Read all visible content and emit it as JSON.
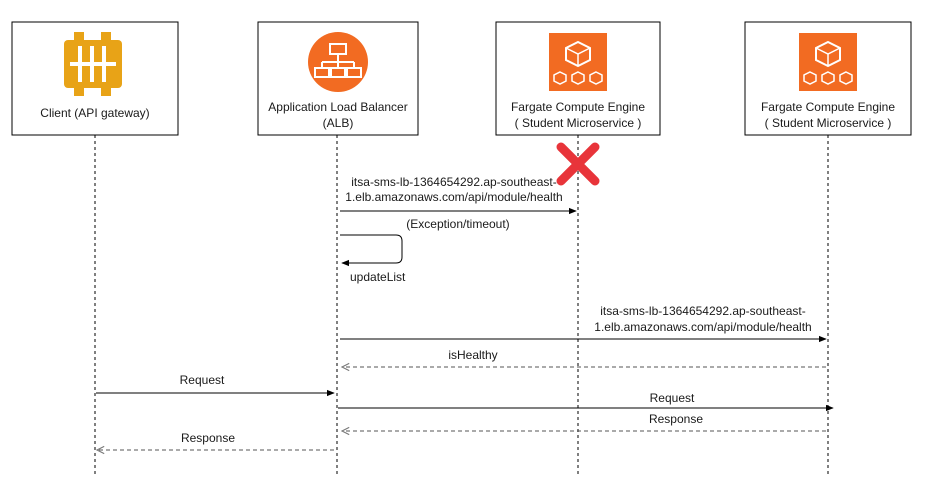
{
  "participants": [
    {
      "id": "client",
      "line1": "Client (API gateway)",
      "line2": "",
      "icon": "api-gateway-icon",
      "color": "#e8a317"
    },
    {
      "id": "alb",
      "line1": "Application Load Balancer",
      "line2": "(ALB)",
      "icon": "load-balancer-icon",
      "color": "#f26b22"
    },
    {
      "id": "fargate1",
      "line1": "Fargate Compute Engine",
      "line2": "( Student Microservice )",
      "icon": "fargate-icon",
      "color": "#f26b22"
    },
    {
      "id": "fargate2",
      "line1": "Fargate Compute Engine",
      "line2": "( Student Microservice )",
      "icon": "fargate-icon",
      "color": "#f26b22"
    }
  ],
  "messages": {
    "health_check_1_line1": "itsa-sms-lb-1364654292.ap-southeast-",
    "health_check_1_line2": "1.elb.amazonaws.com/api/module/health",
    "exception": "(Exception/timeout)",
    "update_list": "updateList",
    "health_check_2_line1": "itsa-sms-lb-1364654292.ap-southeast-",
    "health_check_2_line2": "1.elb.amazonaws.com/api/module/health",
    "is_healthy": "isHealthy",
    "request_client": "Request",
    "request_forward": "Request",
    "response_back": "Response",
    "response_client": "Response"
  },
  "colors": {
    "failure_cross": "#e8343a"
  }
}
